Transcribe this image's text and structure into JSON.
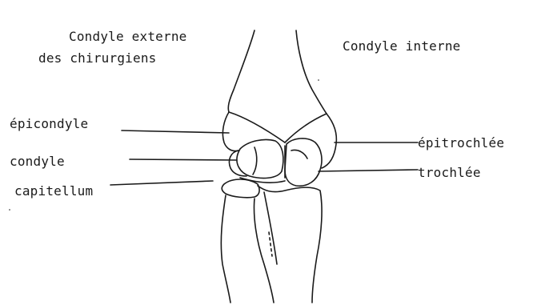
{
  "labels": {
    "condyle_externe_line1": "Condyle externe",
    "condyle_externe_line2": "des chirurgiens",
    "condyle_interne": "Condyle interne",
    "epicondyle": "épicondyle",
    "condyle": "condyle",
    "capitellum": "capitellum",
    "epitrochlee": "épitrochlée",
    "trochlee": "trochlée"
  },
  "colors": {
    "ink": "#1a1a1a",
    "background": "#ffffff"
  }
}
